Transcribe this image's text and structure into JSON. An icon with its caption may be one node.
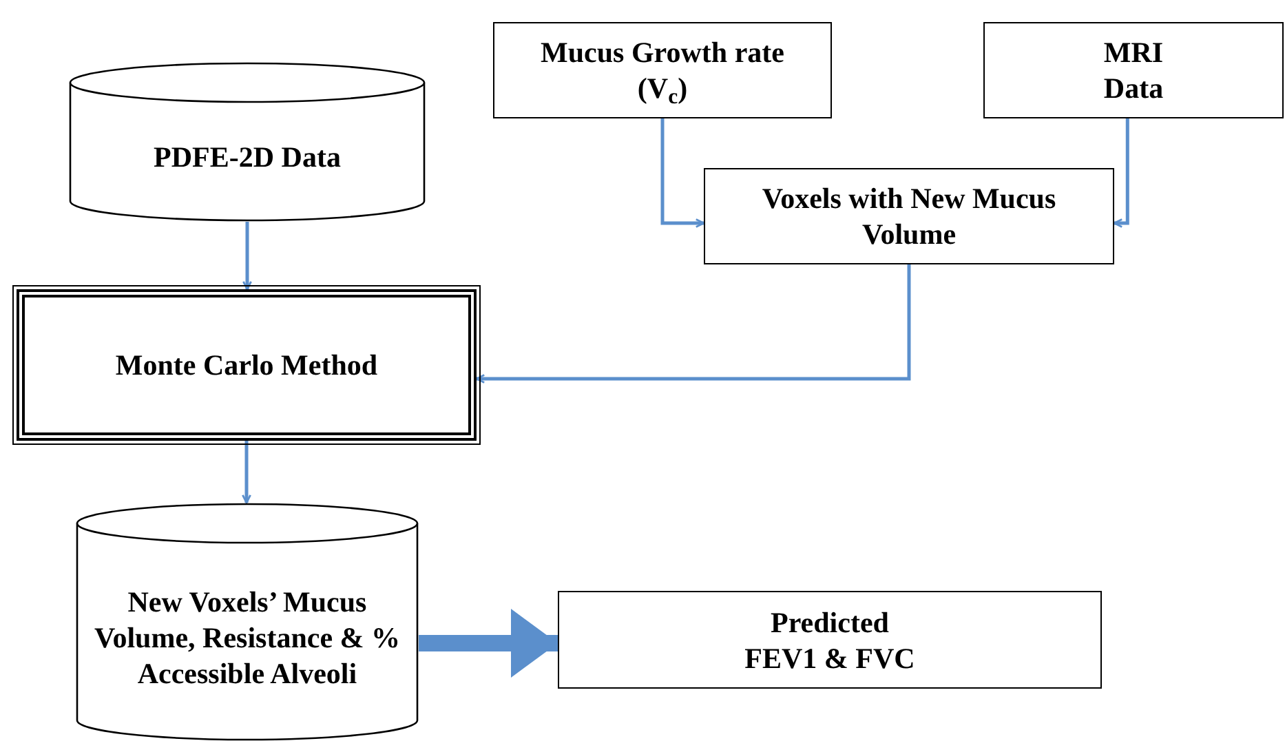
{
  "diagram": {
    "nodes": [
      {
        "text": [
          "PDFE-2D Data"
        ]
      },
      {
        "text": [
          "Mucus Growth rate (V$_{c}$)"
        ]
      },
      {
        "text": [
          "MRI Data"
        ]
      },
      {
        "text": [
          "Voxels with New Mucus Volume"
        ]
      },
      {
        "text": [
          "Monte Carlo Method"
        ]
      },
      {
        "text": [
          "New Voxels’ Mucus Volume, Resistance & % Accessible Alveoli"
        ]
      },
      {
        "text": [
          "Predicted FEV1 & FVC"
        ]
      }
    ],
    "edges": [
      {
        "from": 0,
        "to": 4,
        "arrow": "to"
      },
      {
        "from": 1,
        "to": 3,
        "arrow": "to"
      },
      {
        "from": 2,
        "to": 3,
        "arrow": "to"
      },
      {
        "from": 3,
        "to": 4,
        "arrow": "to"
      },
      {
        "from": 4,
        "to": 5,
        "arrow": "to"
      },
      {
        "from": 5,
        "to": 6,
        "arrow": "to",
        "style": "thick"
      }
    ]
  }
}
